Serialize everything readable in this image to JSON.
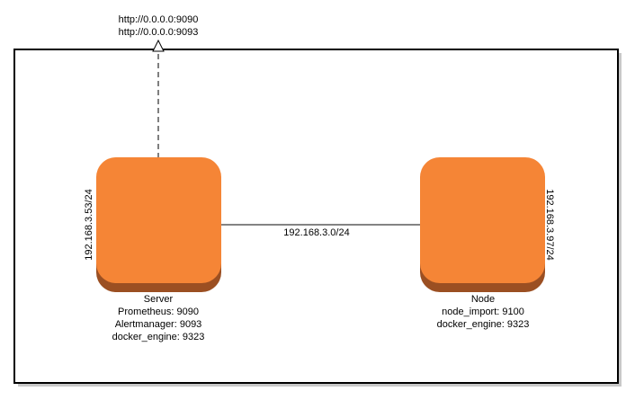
{
  "external": {
    "urls": [
      "http://0.0.0.0:9090",
      "http://0.0.0.0:9093"
    ]
  },
  "network": {
    "label": "192.168.3.0/24"
  },
  "server": {
    "ip": "192.168.3.53/24",
    "title": "Server",
    "services": [
      "Prometheus: 9090",
      "Alertmanager: 9093",
      "docker_engine: 9323"
    ]
  },
  "node": {
    "ip": "192.168.3.97/24",
    "title": "Node",
    "services": [
      "node_import: 9100",
      "docker_engine: 9323"
    ]
  },
  "colors": {
    "node_fill": "#f58536",
    "node_shadow": "#9b4f22",
    "frame": "#000000",
    "link": "#5a5a5a",
    "dashed_arrow": "#555555"
  }
}
